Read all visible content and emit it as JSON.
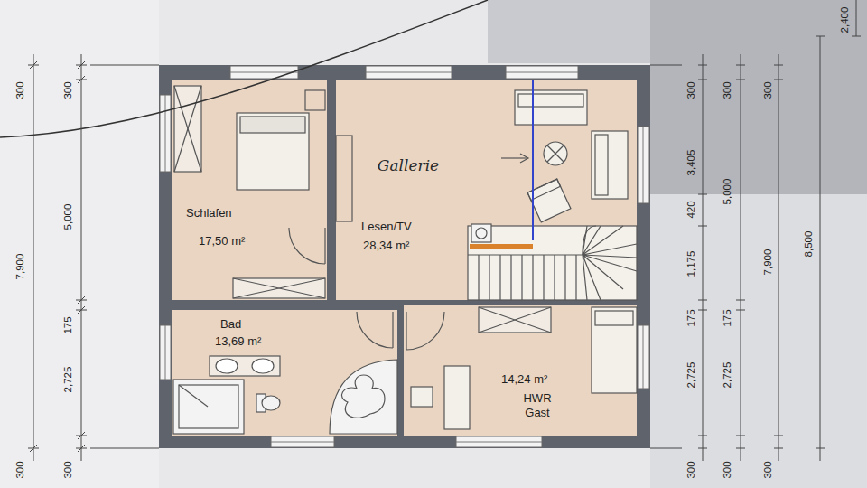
{
  "diagram": {
    "nodes": [
      {
        "text": [
          "Schlafen",
          "17,50 m²"
        ]
      },
      {
        "text": [
          "Lesen/TV",
          "28,34 m²"
        ]
      },
      {
        "text": [
          "Bad",
          "13,69 m²"
        ]
      },
      {
        "text": [
          "14,24 m²",
          "HWR Gast"
        ]
      }
    ],
    "labels": [
      "2,400",
      "300",
      "300",
      "300",
      "300",
      "300",
      "Gallerie",
      "3,405",
      "5,000",
      "5,000",
      "420",
      "8,500",
      "7,900",
      "1,175",
      "7,900",
      "175",
      "175",
      "175",
      "2,725",
      "2,725",
      "2,725",
      "300",
      "300",
      "300",
      "300",
      "300"
    ]
  }
}
